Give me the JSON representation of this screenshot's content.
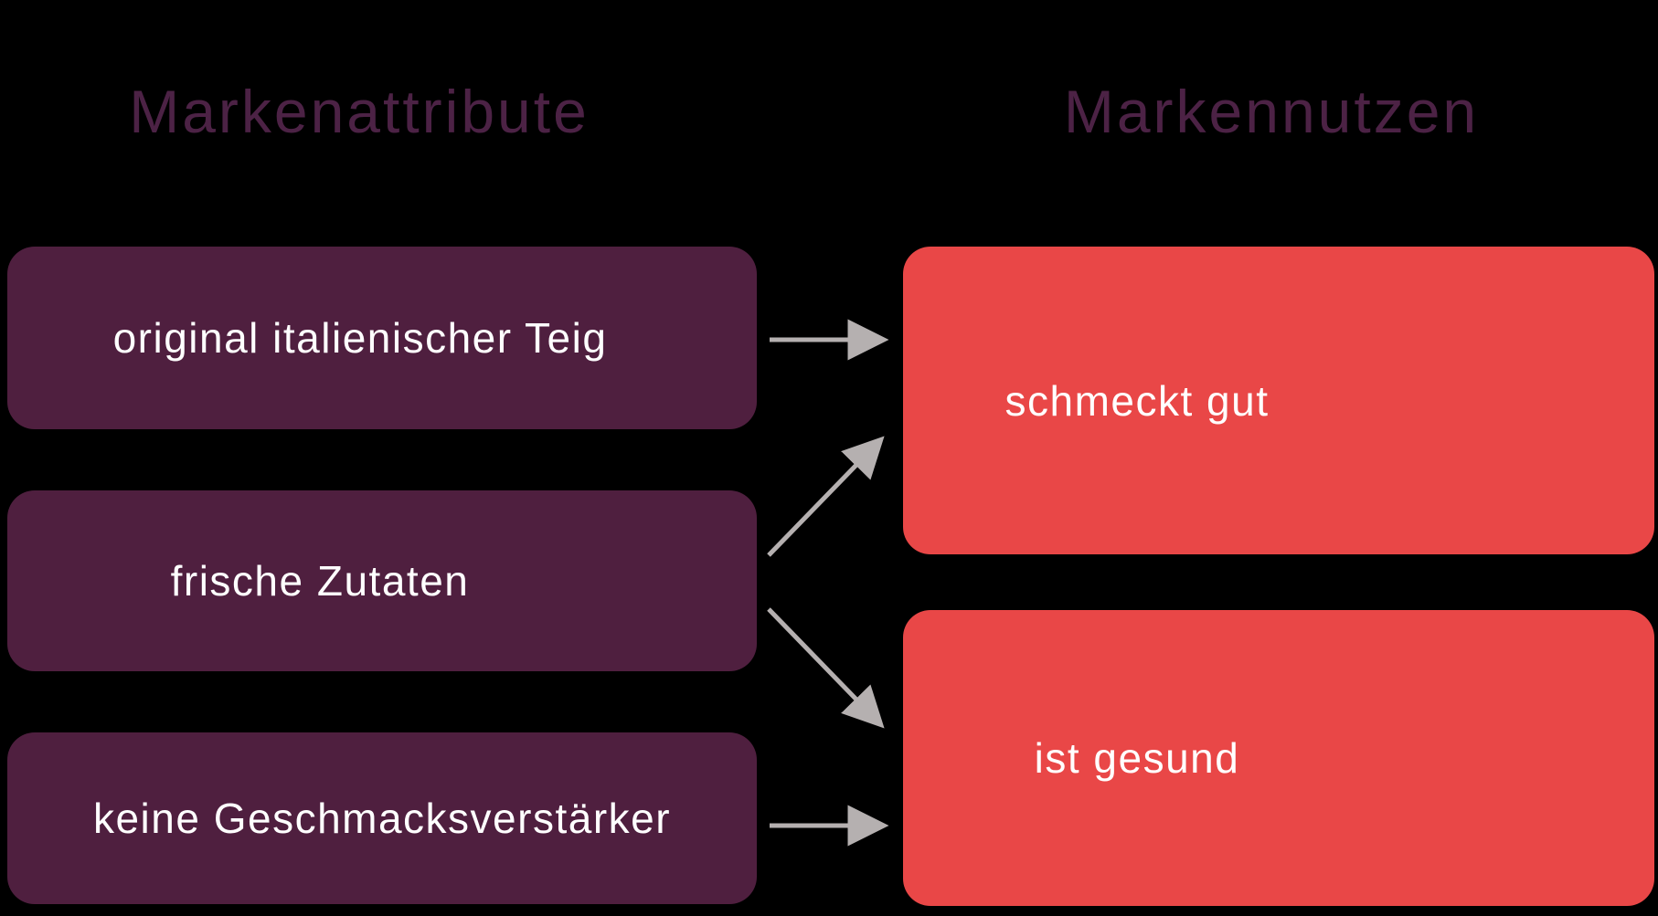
{
  "diagram": {
    "title_left": "Markenattribute",
    "title_right": "Markennutzen",
    "attributes": [
      "original italienischer Teig",
      "frische Zutaten",
      "keine Geschmacksverstärker"
    ],
    "benefits": [
      "schmeckt gut",
      "ist gesund"
    ],
    "connections": [
      {
        "from": "original italienischer Teig",
        "to": "schmeckt gut"
      },
      {
        "from": "frische Zutaten",
        "to": "schmeckt gut"
      },
      {
        "from": "frische Zutaten",
        "to": "ist gesund"
      },
      {
        "from": "keine Geschmacksverstärker",
        "to": "ist gesund"
      }
    ],
    "colors": {
      "background": "#000000",
      "attribute_box": "#4F1F3F",
      "benefit_box": "#E94747",
      "heading_text": "#4C2245",
      "box_text": "#FFFFFF",
      "arrow": "#B5B0B0"
    }
  }
}
